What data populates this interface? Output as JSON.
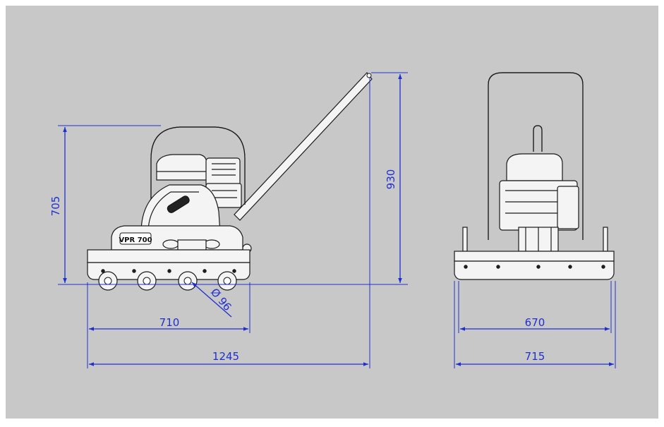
{
  "colors": {
    "background": "#c8c8c8",
    "frame": "#ffffff",
    "dimension_lines": "#1f2fd0",
    "machine_outline": "#1a1a1a",
    "machine_fill": "#f4f4f4"
  },
  "side_view": {
    "model_label": "VPR 700"
  },
  "dimensions": {
    "height_machine": "705",
    "height_handle": "930",
    "wheel_diameter": "Ø 96",
    "plate_length": "710",
    "total_length": "1245",
    "plate_width": "670",
    "total_width": "715"
  }
}
